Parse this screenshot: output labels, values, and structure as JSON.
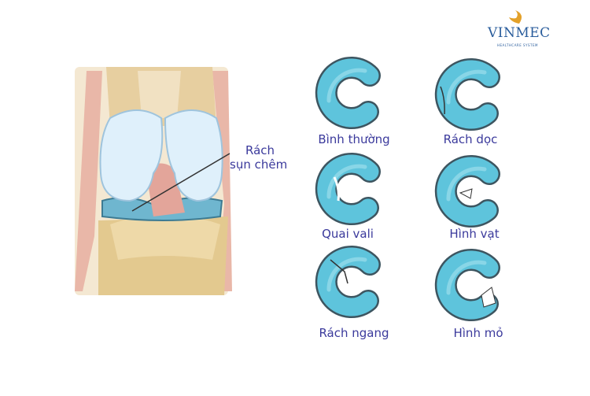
{
  "logo": {
    "name": "VINMEC",
    "tagline": "HEALTHCARE SYSTEM"
  },
  "knee": {
    "label_line1": "Rách",
    "label_line2": "sụn chêm"
  },
  "tear_types": [
    {
      "label": "Bình thường"
    },
    {
      "label": "Rách dọc"
    },
    {
      "label": "Quai vali"
    },
    {
      "label": "Hình vạt"
    },
    {
      "label": "Rách ngang"
    },
    {
      "label": "Hình mỏ"
    }
  ],
  "colors": {
    "meniscus": "#5ec4dc",
    "outline": "#3d5560",
    "label": "#3b3a9c",
    "bone": "#e8d6a8"
  }
}
